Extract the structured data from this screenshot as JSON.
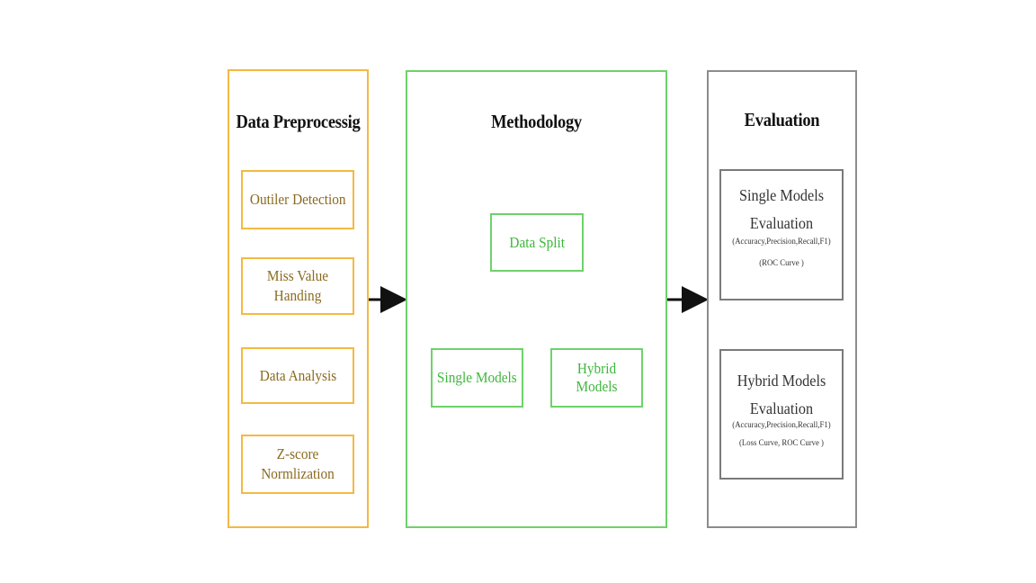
{
  "preprocessing": {
    "title": "Data Preprocessig",
    "steps": [
      "Outiler Detection",
      "Miss Value Handing",
      "Data Analysis",
      "Z-score Normlization"
    ]
  },
  "methodology": {
    "title": "Methodology",
    "split": "Data Split",
    "single": "Single Models",
    "hybrid": "Hybrid Models"
  },
  "evaluation": {
    "title": "Evaluation",
    "single": {
      "line1": "Single Models",
      "line2": "Evaluation",
      "metrics": "(Accuracy,Precision,Recall,F1)",
      "curves": "(ROC Curve )"
    },
    "hybrid": {
      "line1": "Hybrid Models",
      "line2": "Evaluation",
      "metrics": "(Accuracy,Precision,Recall,F1)",
      "curves": "(Loss Curve, ROC Curve )"
    }
  },
  "colors": {
    "orange": "#F4B942",
    "green": "#6ED26A",
    "gray": "#8C8C8C",
    "arrow": "#111111"
  }
}
